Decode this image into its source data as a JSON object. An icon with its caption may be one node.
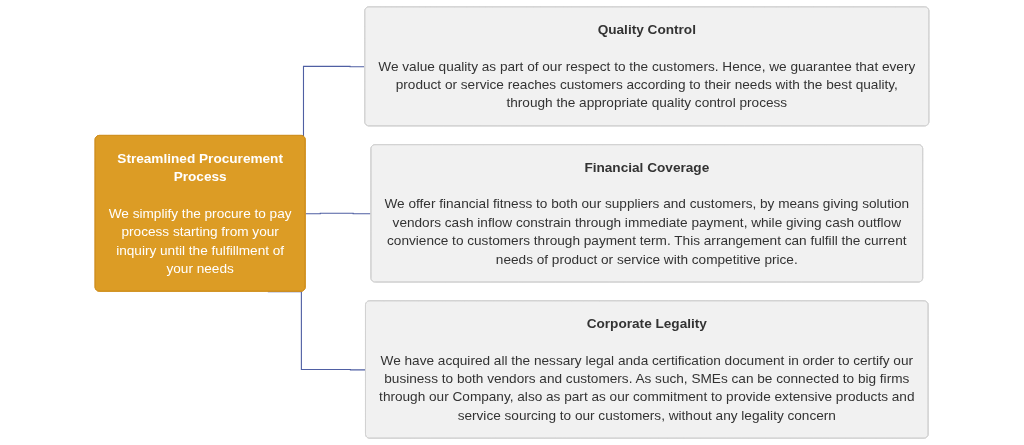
{
  "diagram": {
    "nodes": [
      {
        "text": [
          "Streamlined Procurement Process",
          "We simplify the procure to pay process starting from your inquiry until the fulfillment of your needs"
        ]
      },
      {
        "text": [
          "Quality Control",
          "We value quality as part of our respect to the customers. Hence, we guarantee that every product or service reaches customers according to their needs with the best quality, through the appropriate quality control process"
        ]
      },
      {
        "text": [
          "Financial Coverage",
          "We offer financial fitness to both our suppliers and customers, by means giving solution vendors cash inflow constrain through immediate payment, while giving cash outflow convience to customers through payment term. This arrangement can fulfill the current needs of product or service with competitive price."
        ]
      },
      {
        "text": [
          "Corporate Legality",
          "We have acquired all the nessary legal anda certification document in order to certify our business to both vendors and customers. As such, SMEs can be connected to big firms through our Company, also as part as our commitment to provide extensive products and service sourcing to our customers, without any legality concern"
        ]
      }
    ],
    "edges": [
      {
        "from": 0,
        "to": 1,
        "arrow": "none"
      },
      {
        "from": 0,
        "to": 2,
        "arrow": "none"
      },
      {
        "from": 0,
        "to": 3,
        "arrow": "none"
      }
    ]
  }
}
